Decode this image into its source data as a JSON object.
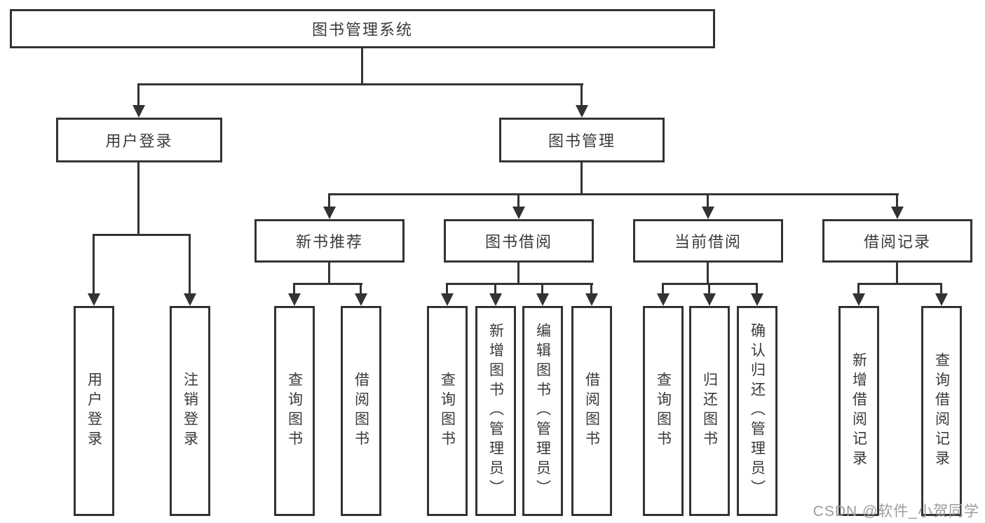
{
  "diagram_title": "图书管理系统",
  "nodes": {
    "root": "图书管理系统",
    "user_login": "用户登录",
    "book_mgmt": "图书管理",
    "new_book": "新书推荐",
    "book_borrow": "图书借阅",
    "current_borrow": "当前借阅",
    "borrow_records": "借阅记录",
    "ul_login": "用户登录",
    "ul_logout": "注销登录",
    "nb_query": "查询图书",
    "nb_borrow": "借阅图书",
    "bb_query": "查询图书",
    "bb_add": "新增图书（管理员）",
    "bb_edit": "编辑图书（管理员）",
    "bb_borrow": "借阅图书",
    "cb_query": "查询图书",
    "cb_return": "归还图书",
    "cb_confirm": "确认归还（管理员）",
    "br_add": "新增借阅记录",
    "br_query": "查询借阅记录"
  },
  "watermark": "CSDN @软件_小贺同学",
  "colors": {
    "line": "#333333",
    "box_border": "#333333",
    "box_background": "#ffffff",
    "text": "#3a3a3a",
    "watermark": "#9c9c9c",
    "page_background": "#ffffff"
  }
}
